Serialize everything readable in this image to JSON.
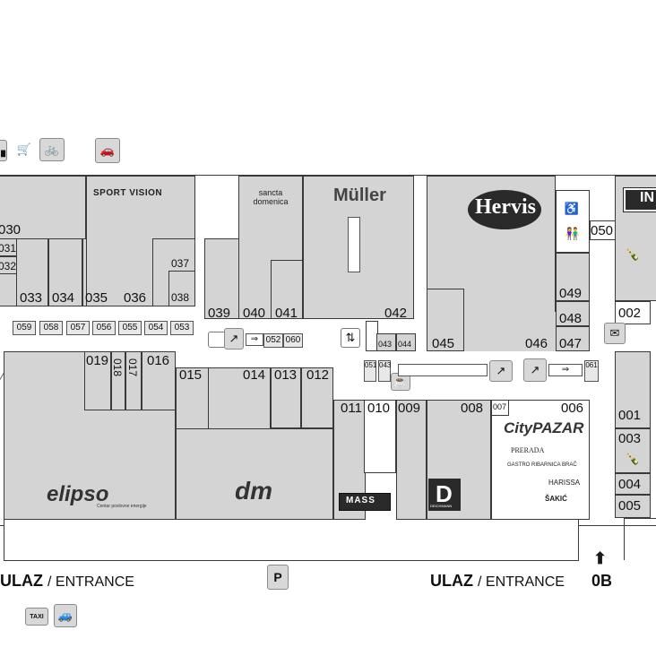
{
  "units": {
    "u030": "030",
    "u031": "031",
    "u032": "032",
    "u033": "033",
    "u034": "034",
    "u035": "035",
    "u036": "036",
    "u037": "037",
    "u038": "038",
    "u039": "039",
    "u040": "040",
    "u041": "041",
    "u042": "042",
    "u043a": "043",
    "u043b": "043",
    "u044": "044",
    "u045": "045",
    "u046": "046",
    "u047": "047",
    "u048": "048",
    "u049": "049",
    "u050": "050",
    "u002": "002",
    "u001": "001",
    "u003": "003",
    "u004": "004",
    "u005": "005",
    "u019": "019",
    "u018": "018",
    "u017": "017",
    "u016": "016",
    "u015": "015",
    "u014": "014",
    "u013": "013",
    "u012": "012",
    "u011": "011",
    "u010": "010",
    "u009": "009",
    "u008": "008",
    "u007": "007",
    "u006": "006",
    "u051": "051",
    "u052": "052",
    "u060": "060",
    "u061": "061",
    "u059": "059",
    "u058": "058",
    "u057": "057",
    "u056": "056",
    "u055": "055",
    "u054": "054",
    "u053": "053"
  },
  "brands": {
    "sport_vision": "SPORT VISION",
    "sancta_domenica": "sancta domenica",
    "muller": "Müller",
    "hervis": "Hervis",
    "elipso": "elipso",
    "elipso_sub": "Centar poslovne energije",
    "dm": "dm",
    "mass": "MASS",
    "deichmann": "DEICHMANN",
    "city_pazar": "CityPAZAR",
    "prerada": "PRERADA",
    "gastro": "GASTRO RIBARNICA BRAČ",
    "harissa": "HARISSA",
    "sakic": "ŠAKIĆ",
    "inter": "IN"
  },
  "entrances": {
    "left_bold": "ULAZ",
    "left_rest": "/ ENTRANCE",
    "right_bold": "ULAZ",
    "right_rest": "/ ENTRANCE",
    "ob": "0B"
  },
  "icons": {
    "taxi": "TAXI",
    "parking": "P"
  },
  "colors": {
    "unit_fill": "#d4d4d4",
    "border": "#3a3a3a",
    "background": "#ffffff"
  }
}
